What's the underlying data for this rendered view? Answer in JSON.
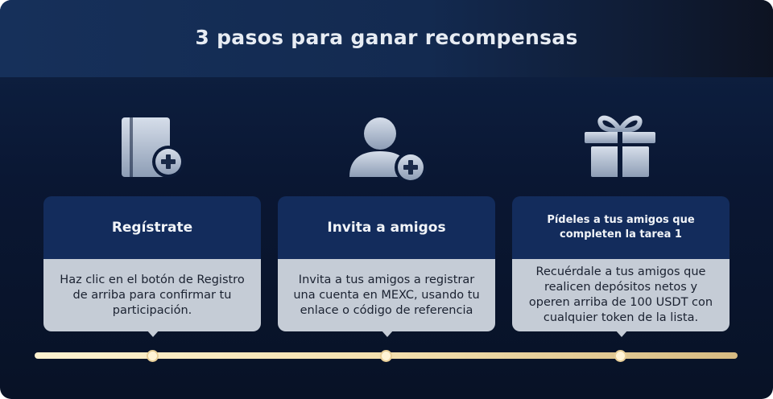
{
  "header": {
    "title": "3 pasos para ganar recompensas"
  },
  "steps": [
    {
      "icon": "register-card-plus-icon",
      "title": "Regístrate",
      "text": "Haz clic en el botón de Registro de arriba para confirmar tu participación."
    },
    {
      "icon": "add-user-icon",
      "title": "Invita a amigos",
      "text": "Invita a tus amigos a registrar una cuenta en MEXC, usando tu enlace o código de referencia"
    },
    {
      "icon": "gift-icon",
      "title": "Pídeles a tus amigos que completen la tarea 1",
      "text": "Recuérdale a tus amigos que realicen depósitos netos y operen arriba de 100 USDT con cualquier token de la lista."
    }
  ],
  "colors": {
    "background": "#0a1733",
    "card_header": "#132c5c",
    "card_body": "#c5ccd6",
    "timeline": "#f3dfae"
  }
}
